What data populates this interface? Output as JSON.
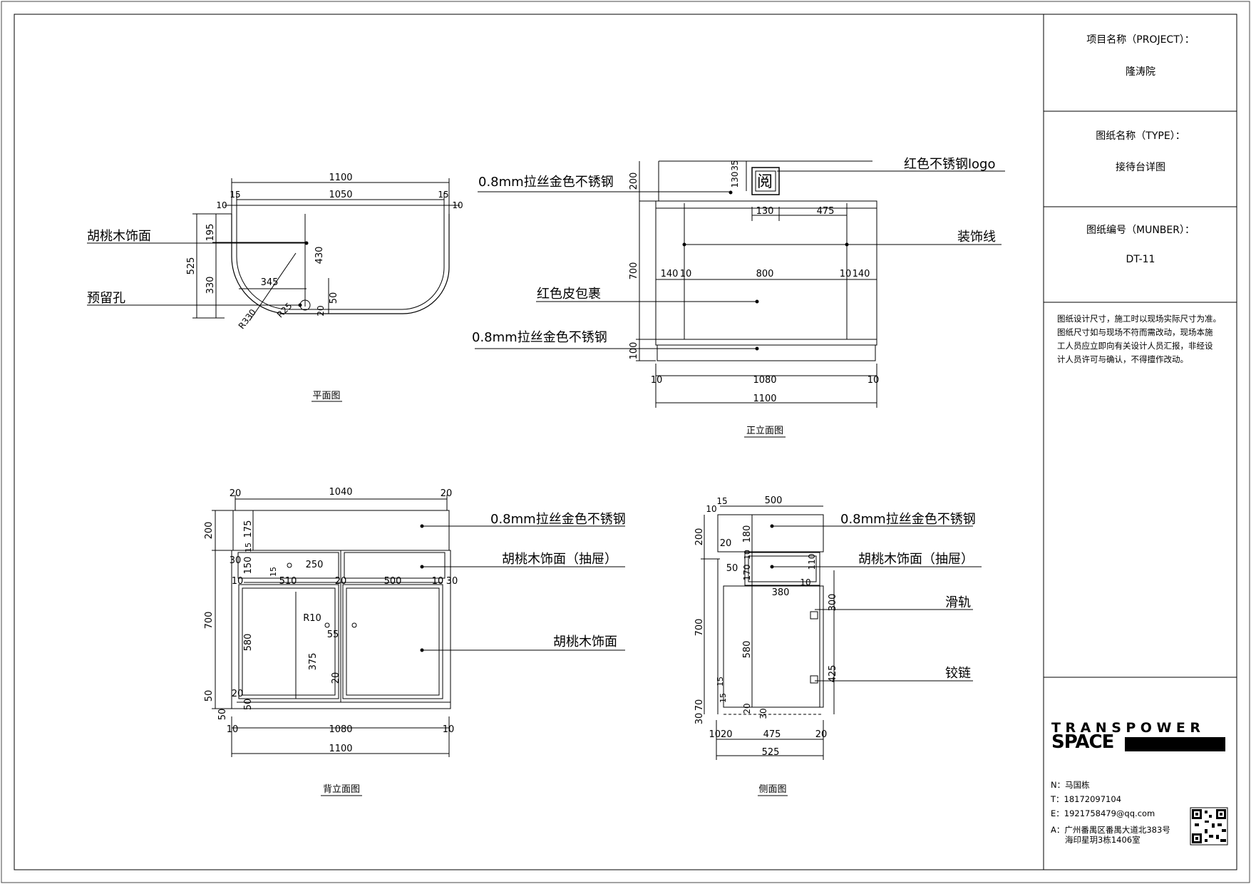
{
  "title_block": {
    "project_label": "项目名称（PROJECT）：",
    "project_value": "隆涛院",
    "type_label": "图纸名称（TYPE）：",
    "type_value": "接待台详图",
    "number_label": "图纸编号（MUNBER）：",
    "number_value": "DT-11",
    "note_lines": [
      "图纸设计尺寸，施工时以现场实际尺寸为准。",
      "图纸尺寸如与现场不符而需改动，现场本施",
      "工人员应立即向有关设计人员汇报，非经设",
      "计人员许可与确认，不得擅作改动。"
    ],
    "brand_line1": "TRANSPOWER",
    "brand_line2": "SPACE",
    "contact": {
      "n": "N：马国栋",
      "t": "T：18172097104",
      "e": "E：1921758479@qq.com",
      "a1": "A：广州番禺区番禺大道北383号",
      "a2": "海印星玥3栋1406室"
    }
  },
  "views": {
    "plan": {
      "caption": "平面图",
      "dims": {
        "d1100": "1100",
        "d1050": "1050",
        "d15a": "15",
        "d15b": "15",
        "d10a": "10",
        "d10b": "10",
        "d525": "525",
        "d195": "195",
        "d330": "330",
        "d430": "430",
        "d345": "345",
        "d50": "50",
        "d20": "20",
        "dR330": "R330",
        "dR25": "R25"
      },
      "labels": {
        "walnut": "胡桃木饰面",
        "hole": "预留孔"
      }
    },
    "front": {
      "caption": "正立面图",
      "dims": {
        "d200": "200",
        "d700": "700",
        "d100": "100",
        "d130v": "130",
        "d35": "35",
        "d130": "130",
        "d475": "475",
        "d140a": "140",
        "d10a": "10",
        "d800": "800",
        "d10b": "10",
        "d140b": "140",
        "d10c": "10",
        "d1080": "1080",
        "d10d": "10",
        "d1100": "1100"
      },
      "labels": {
        "steel_top": "0.8mm拉丝金色不锈钢",
        "logo": "红色不锈钢logo",
        "deco": "装饰线",
        "leather": "红色皮包裹",
        "steel_bottom": "0.8mm拉丝金色不锈钢"
      }
    },
    "back": {
      "caption": "背立面图",
      "dims": {
        "d20a": "20",
        "d1040": "1040",
        "d20b": "20",
        "d200": "200",
        "d175": "175",
        "d15": "15",
        "d30": "30",
        "d150": "150",
        "d250": "250",
        "d15b": "15",
        "d10a": "10",
        "d510": "510",
        "d20c": "20",
        "d500": "500",
        "d10b": "10",
        "d30b": "30",
        "d700": "700",
        "dR10": "R10",
        "d55": "55",
        "d580": "580",
        "d375": "375",
        "d20d": "20",
        "d50": "50",
        "d20e": "20",
        "d50b": "50",
        "d50c": "50",
        "d10c": "10",
        "d1080": "1080",
        "d10d": "10",
        "d1100": "1100"
      },
      "labels": {
        "steel": "0.8mm拉丝金色不锈钢",
        "drawer": "胡桃木饰面（抽屉）",
        "walnut": "胡桃木饰面"
      }
    },
    "side": {
      "caption": "侧面图",
      "dims": {
        "d15": "15",
        "d500": "500",
        "d10": "10",
        "d200": "200",
        "d180": "180",
        "d20a": "20",
        "d10b": "10",
        "d50": "50",
        "d170": "170",
        "d380": "380",
        "d10c": "10",
        "d110": "110",
        "d700": "700",
        "d300": "300",
        "d580": "580",
        "d425": "425",
        "d15b": "15",
        "d70": "70",
        "d15c": "15",
        "d20b": "20",
        "d30": "30",
        "d30b": "30",
        "d1020": "1020",
        "d475": "475",
        "d20c": "20",
        "d525": "525"
      },
      "labels": {
        "steel": "0.8mm拉丝金色不锈钢",
        "drawer": "胡桃木饰面（抽屉）",
        "rail": "滑轨",
        "hinge": "铰链"
      }
    }
  }
}
